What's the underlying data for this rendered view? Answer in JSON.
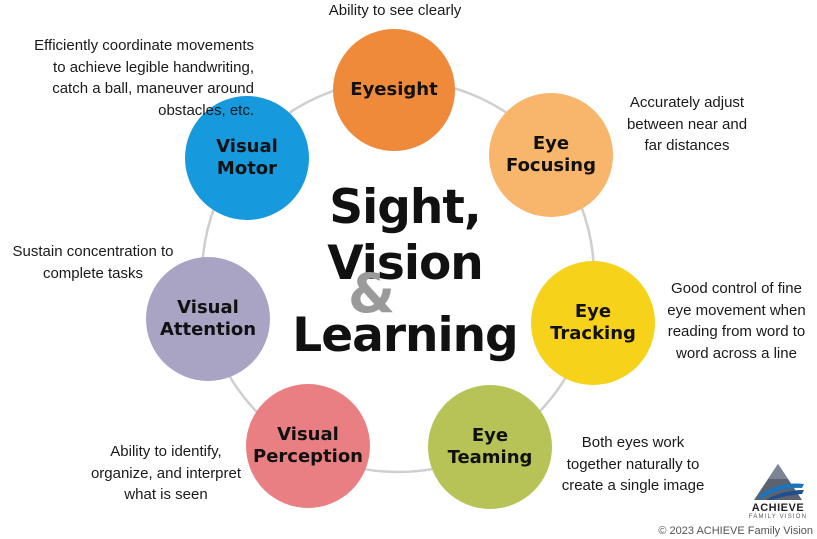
{
  "title": {
    "line1": "Sight,",
    "line2": "Vision",
    "amp": "&",
    "line3": "Learning"
  },
  "nodes": [
    {
      "label": [
        "Eyesight"
      ],
      "color": "#ee8a3a",
      "description": [
        "Ability to see clearly"
      ]
    },
    {
      "label": [
        "Eye",
        "Focusing"
      ],
      "color": "#f8b56c",
      "description": [
        "Accurately adjust",
        "between near and",
        "far distances"
      ]
    },
    {
      "label": [
        "Eye",
        "Tracking"
      ],
      "color": "#f7d21b",
      "description": [
        "Good control of fine",
        "eye movement when",
        "reading from word to",
        "word across a line"
      ]
    },
    {
      "label": [
        "Eye",
        "Teaming"
      ],
      "color": "#b7c357",
      "description": [
        "Both eyes work",
        "together naturally to",
        "create a single image"
      ]
    },
    {
      "label": [
        "Visual",
        "Perception"
      ],
      "color": "#e97f82",
      "description": [
        "Ability to identify,",
        "organize, and interpret",
        "what is seen"
      ]
    },
    {
      "label": [
        "Visual",
        "Attention"
      ],
      "color": "#a9a3c4",
      "description": [
        "Sustain concentration to",
        "complete tasks"
      ]
    },
    {
      "label": [
        "Visual",
        "Motor"
      ],
      "color": "#1799dd",
      "description": [
        "Efficiently coordinate movements",
        "to achieve legible handwriting,",
        "catch a ball, maneuver around",
        "obstacles, etc."
      ]
    }
  ],
  "logo": {
    "name": "ACHIEVE",
    "sub": "FAMILY VISION"
  },
  "copyright": "© 2023 ACHIEVE Family Vision"
}
